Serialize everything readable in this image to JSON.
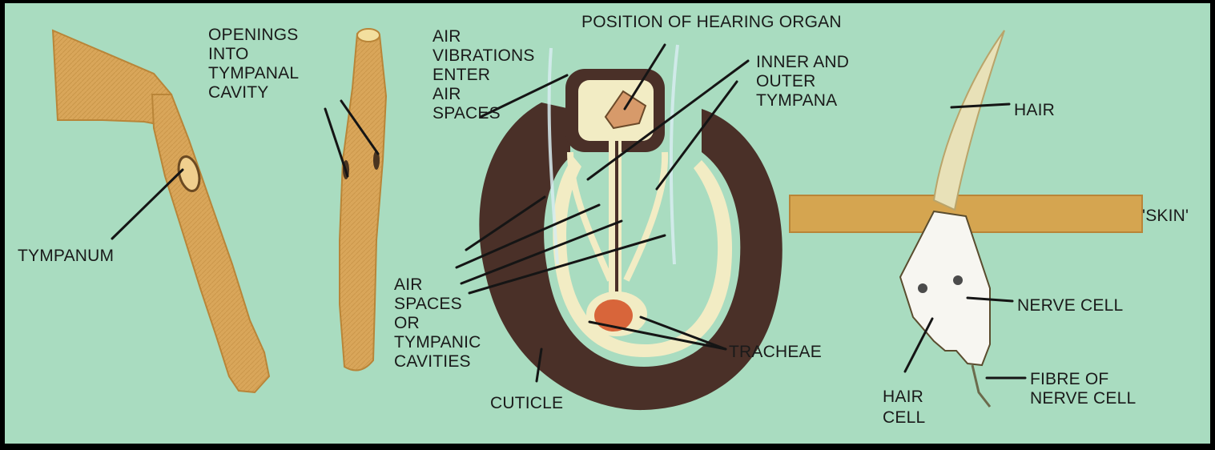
{
  "colors": {
    "background": "#a9dcc0",
    "frame": "#000000",
    "leg": "#d9a65a",
    "cuticle": "#4a3028",
    "inner_band": "#f2ecc4",
    "trachea": "#d8653a",
    "skin": "#d5a550",
    "hair": "#e8e1b8",
    "label_text": "#1a1a1a"
  },
  "labels": {
    "tympanum": "TYMPANUM",
    "openings": [
      "OPENINGS",
      "INTO",
      "TYMPANAL",
      "CAVITY"
    ],
    "air_vibrations": [
      "AIR",
      "VIBRATIONS",
      "ENTER",
      "AIR",
      "SPACES"
    ],
    "hearing_organ": "POSITION OF HEARING ORGAN",
    "inner_outer": [
      "INNER AND",
      "OUTER",
      "TYMPANA"
    ],
    "air_spaces": [
      "AIR",
      "SPACES",
      "OR",
      "TYMPANIC",
      "CAVITIES"
    ],
    "cuticle": "CUTICLE",
    "tracheae": "TRACHEAE",
    "hair": "HAIR",
    "skin": "'SKIN'",
    "nerve_cell": "NERVE CELL",
    "fibre": [
      "FIBRE OF",
      "NERVE CELL"
    ],
    "hair_cell": [
      "HAIR",
      "CELL"
    ]
  }
}
